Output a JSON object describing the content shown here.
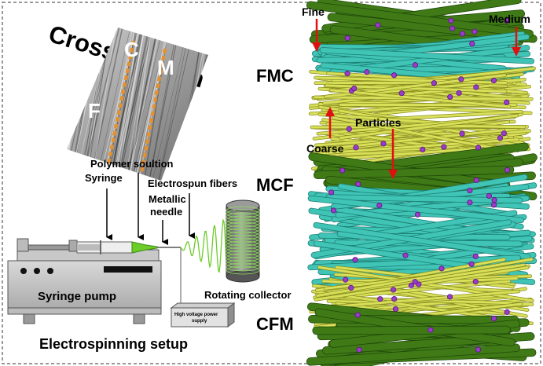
{
  "title": "Cross section",
  "cross_section": {
    "letters": [
      "F",
      "C",
      "M"
    ]
  },
  "setup": {
    "caption": "Electrospinning setup",
    "labels": {
      "polymer": "Polymer soultion",
      "syringe": "Syringe",
      "fibers": "Electrospun fibers",
      "needle_line1": "Metallic",
      "needle_line2": "needle",
      "pump": "Syringe pump",
      "collector": "Rotating collector",
      "supply_line1": "High voltage power",
      "supply_line2": "supply"
    }
  },
  "fibers": {
    "labels": {
      "fine": "Fine",
      "medium": "Medium",
      "coarse": "Coarse",
      "particles": "Particles"
    },
    "stacks": [
      {
        "name": "FMC",
        "order": [
          "coarse",
          "medium",
          "fine"
        ]
      },
      {
        "name": "MCF",
        "order": [
          "fine",
          "coarse",
          "medium"
        ]
      },
      {
        "name": "CFM",
        "order": [
          "medium",
          "fine",
          "coarse"
        ]
      }
    ]
  },
  "colors": {
    "fine": "#d8e05a",
    "medium": "#3fc4b6",
    "coarse": "#3f7a16",
    "particle": "#9a3cc8",
    "arrow": "#e01010",
    "green_tip": "#6ccc2a"
  }
}
